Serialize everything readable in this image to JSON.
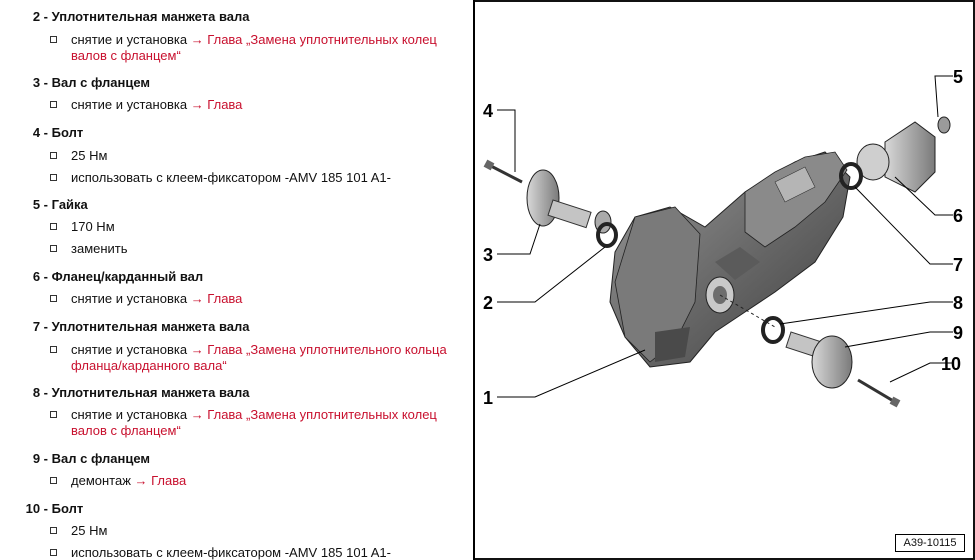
{
  "items": [
    {
      "num": "2 -",
      "title": "Уплотнительная манжета вала",
      "subs": [
        {
          "text": "снятие и установка ",
          "link": "→ Глава „Замена уплотнительных колец",
          "cont": "валов с фланцем“"
        }
      ]
    },
    {
      "num": "3 -",
      "title": "Вал с фланцем",
      "subs": [
        {
          "text": "снятие и установка ",
          "link": "→ Глава"
        }
      ]
    },
    {
      "num": "4 -",
      "title": "Болт",
      "subs": [
        {
          "text": "25 Нм",
          "link": ""
        },
        {
          "text": "использовать с клеем-фиксатором -AMV 185 101 A1-",
          "link": ""
        }
      ]
    },
    {
      "num": "5 -",
      "title": "Гайка",
      "subs": [
        {
          "text": "170 Нм",
          "link": ""
        },
        {
          "text": "заменить",
          "link": ""
        }
      ]
    },
    {
      "num": "6 -",
      "title": "Фланец/карданный вал",
      "subs": [
        {
          "text": "снятие и установка ",
          "link": "→ Глава"
        }
      ]
    },
    {
      "num": "7 -",
      "title": "Уплотнительная манжета вала",
      "subs": [
        {
          "text": "снятие и установка ",
          "link": "→ Глава „Замена уплотнительного кольца",
          "cont": "фланца/карданного вала“"
        }
      ]
    },
    {
      "num": "8 -",
      "title": "Уплотнительная манжета вала",
      "subs": [
        {
          "text": "снятие и установка ",
          "link": "→ Глава „Замена уплотнительных колец",
          "cont": "валов с фланцем“"
        }
      ]
    },
    {
      "num": "9 -",
      "title": "Вал с фланцем",
      "subs": [
        {
          "text": "демонтаж ",
          "link": "→ Глава"
        }
      ]
    },
    {
      "num": "10 -",
      "title": "Болт",
      "subs": [
        {
          "text": "25 Нм",
          "link": ""
        },
        {
          "text": "использовать с клеем-фиксатором -AMV 185 101 A1-",
          "link": ""
        }
      ]
    }
  ],
  "figure": {
    "callouts": [
      "1",
      "2",
      "3",
      "4",
      "5",
      "6",
      "7",
      "8",
      "9",
      "10"
    ],
    "figure_id": "A39-10115"
  }
}
